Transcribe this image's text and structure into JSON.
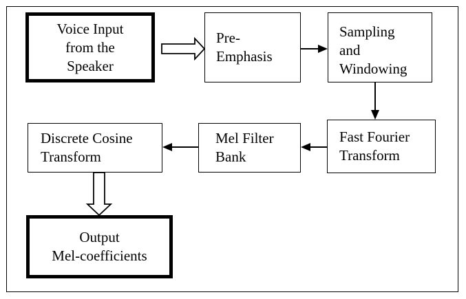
{
  "nodes": {
    "voice_input": {
      "label": "Voice Input\nfrom the\nSpeaker"
    },
    "pre_emphasis": {
      "label": "Pre-\nEmphasis"
    },
    "sampling_windowing": {
      "label": "Sampling\nand\nWindowing"
    },
    "fft": {
      "label": "Fast Fourier\nTransform"
    },
    "mel_filter_bank": {
      "label": "Mel Filter\nBank"
    },
    "dct": {
      "label": "Discrete Cosine\nTransform"
    },
    "output": {
      "label": "Output\nMel-coefficients"
    }
  }
}
